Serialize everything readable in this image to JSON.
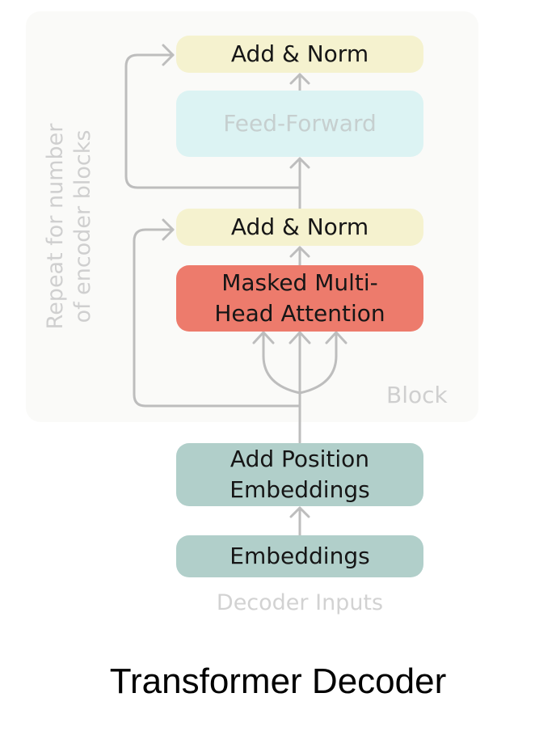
{
  "repeat_label": [
    "Repeat  for number",
    "of encoder blocks"
  ],
  "boxes": {
    "add_norm_top": "Add & Norm",
    "feed_forward": "Feed-Forward",
    "add_norm_bottom": "Add & Norm",
    "masked_attention": [
      "Masked Multi-",
      "Head Attention"
    ],
    "add_position": [
      "Add Position",
      "Embeddings"
    ],
    "embeddings": "Embeddings"
  },
  "block_label": "Block",
  "inputs_label": "Decoder Inputs",
  "caption": "Transformer Decoder",
  "colors": {
    "add_norm": "#f5f2cf",
    "feed_forward": "#dcf3f3",
    "masked_attention": "#ed7b6c",
    "embeddings": "#b1cfca",
    "arrows": "#bdbdbd"
  }
}
